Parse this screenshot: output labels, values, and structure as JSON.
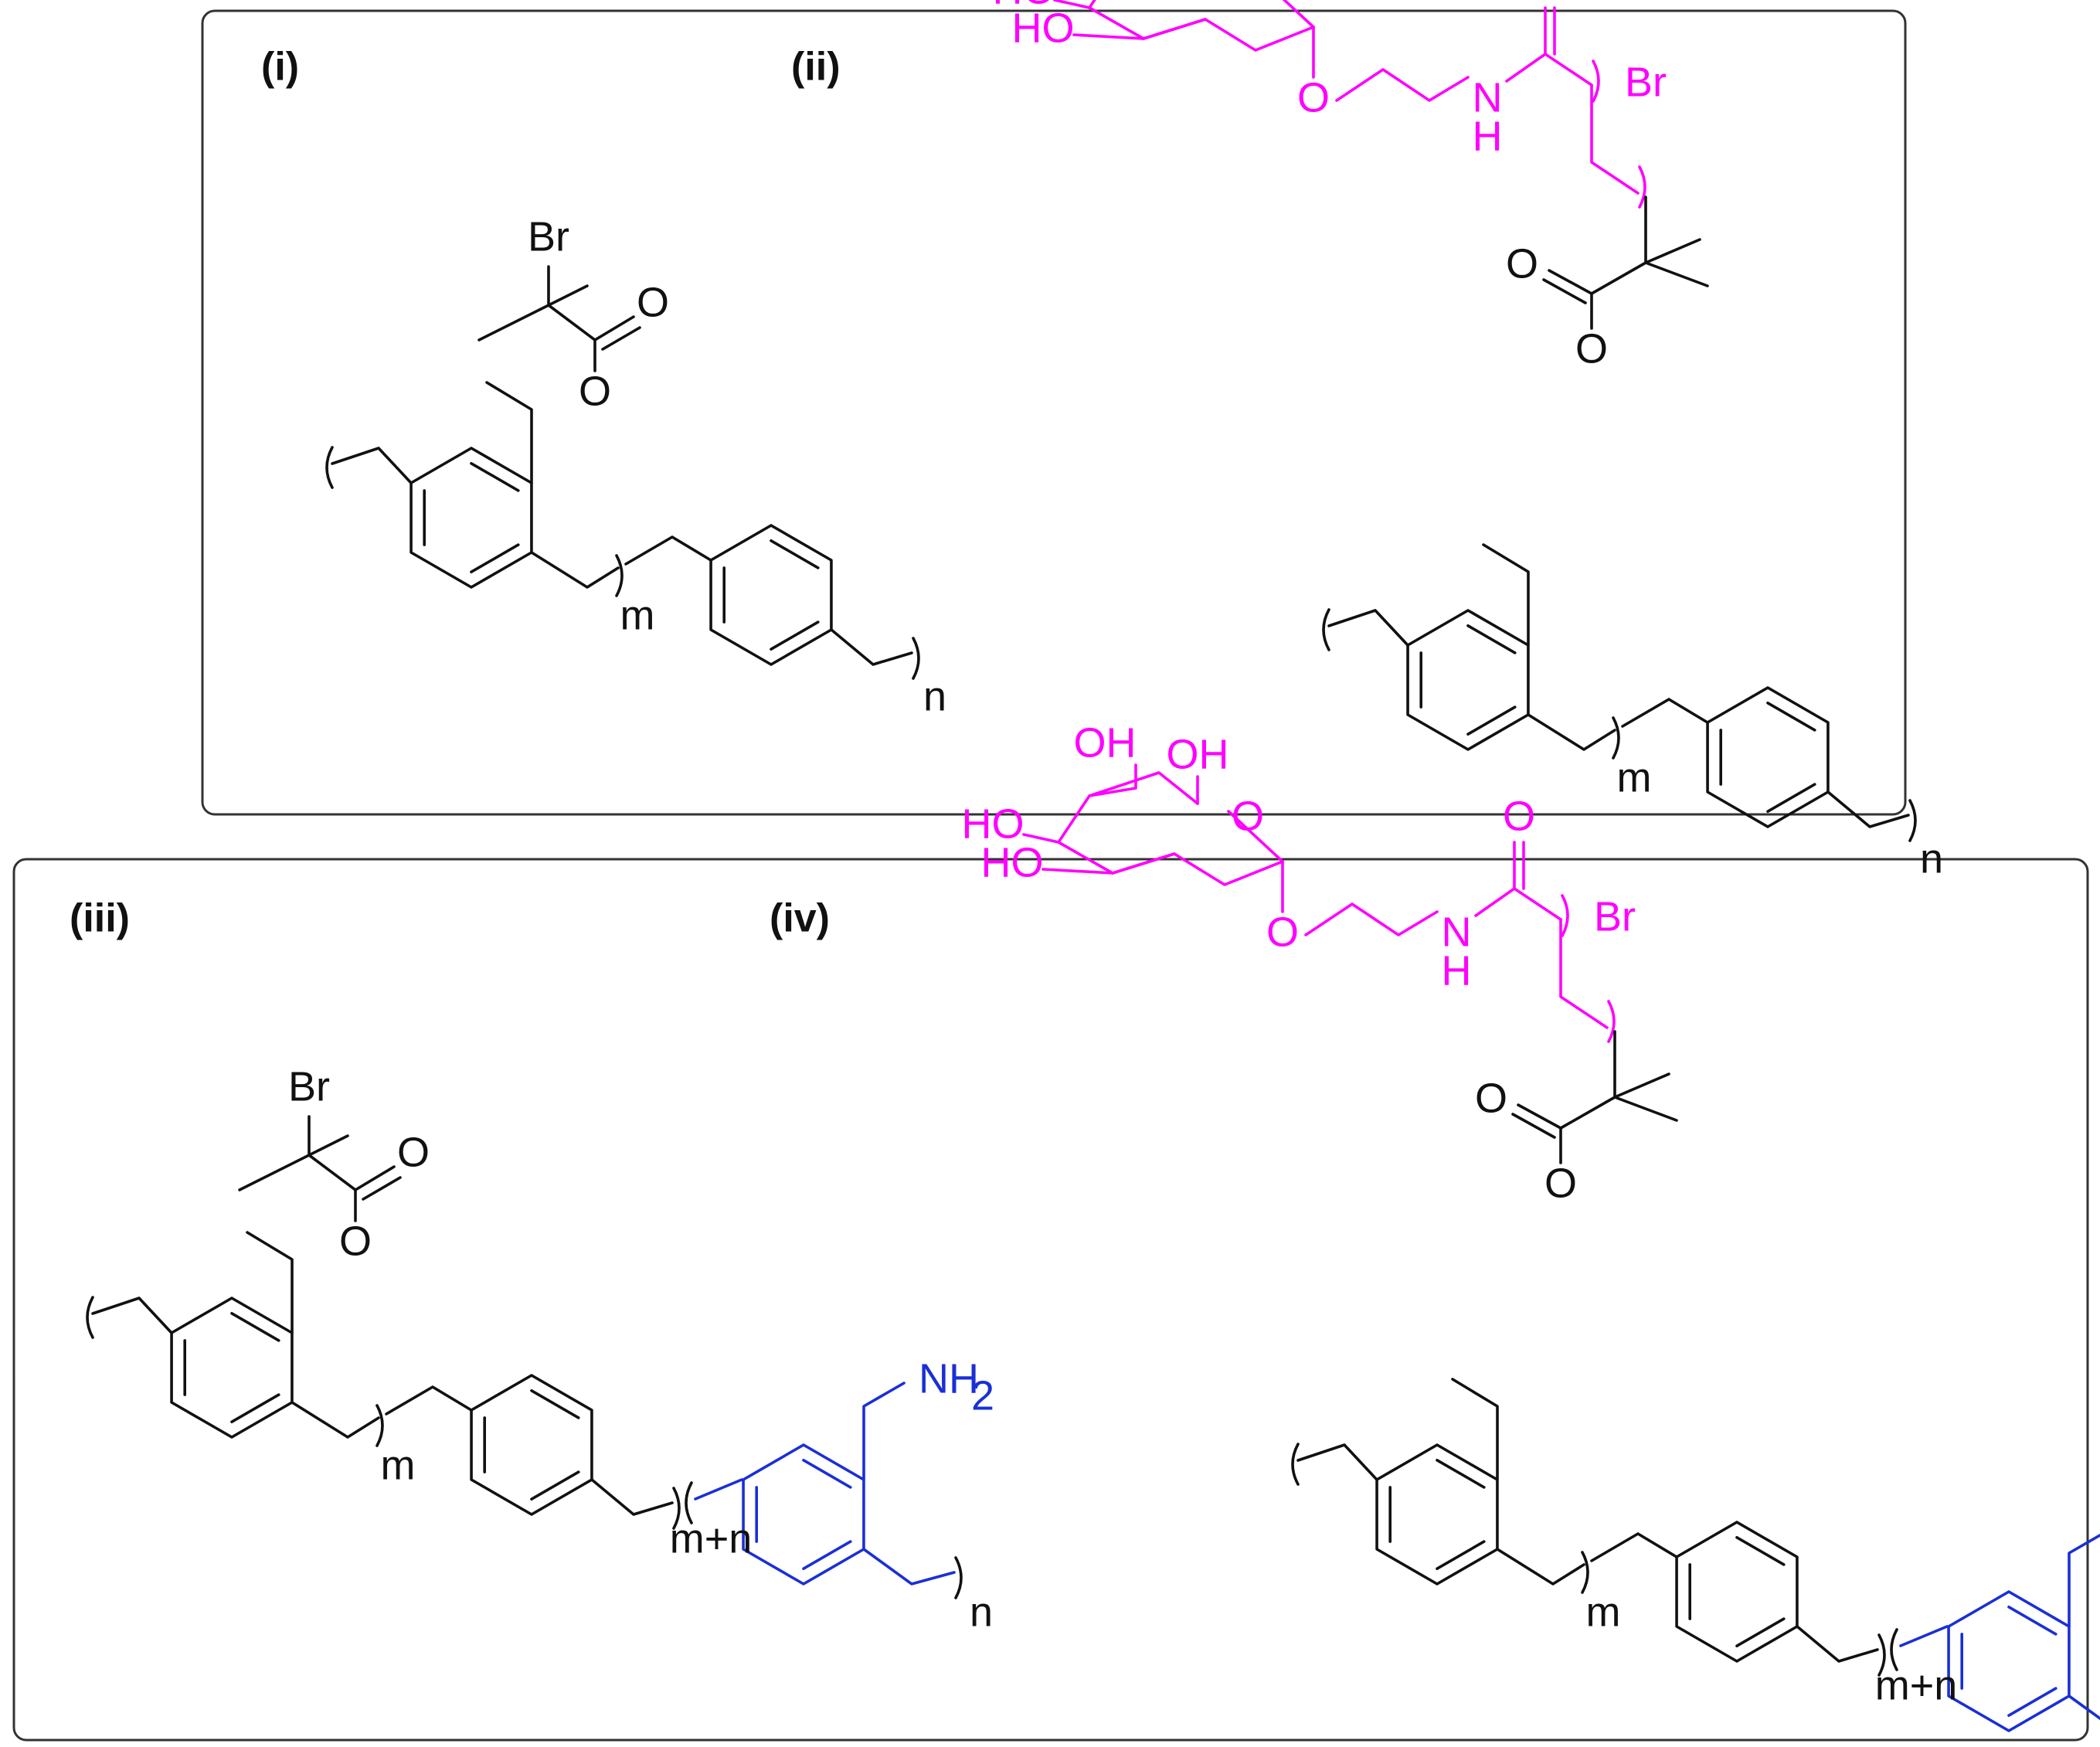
{
  "colors": {
    "ink": "#111111",
    "sugar": "#ff00ff",
    "amine": "#1a2fd6",
    "frame": "#333333"
  },
  "panels": [
    {
      "label": "(i)",
      "variant": "initiator",
      "amine": false,
      "sub": "m",
      "end": "n"
    },
    {
      "label": "(ii)",
      "variant": "glycopolymer",
      "amine": false,
      "sub": "m",
      "end": "n"
    },
    {
      "label": "(iii)",
      "variant": "initiator",
      "amine": true,
      "sub": "m",
      "mid": "m+n",
      "end": "n"
    },
    {
      "label": "(iv)",
      "variant": "glycopolymer",
      "amine": true,
      "sub": "m",
      "mid": "m+n",
      "end": "n"
    }
  ],
  "atoms": {
    "Br": "Br",
    "O": "O",
    "N": "N",
    "H": "H",
    "OH": "OH",
    "HO": "HO",
    "NH2": "NH"
  },
  "subscript_2": "2"
}
